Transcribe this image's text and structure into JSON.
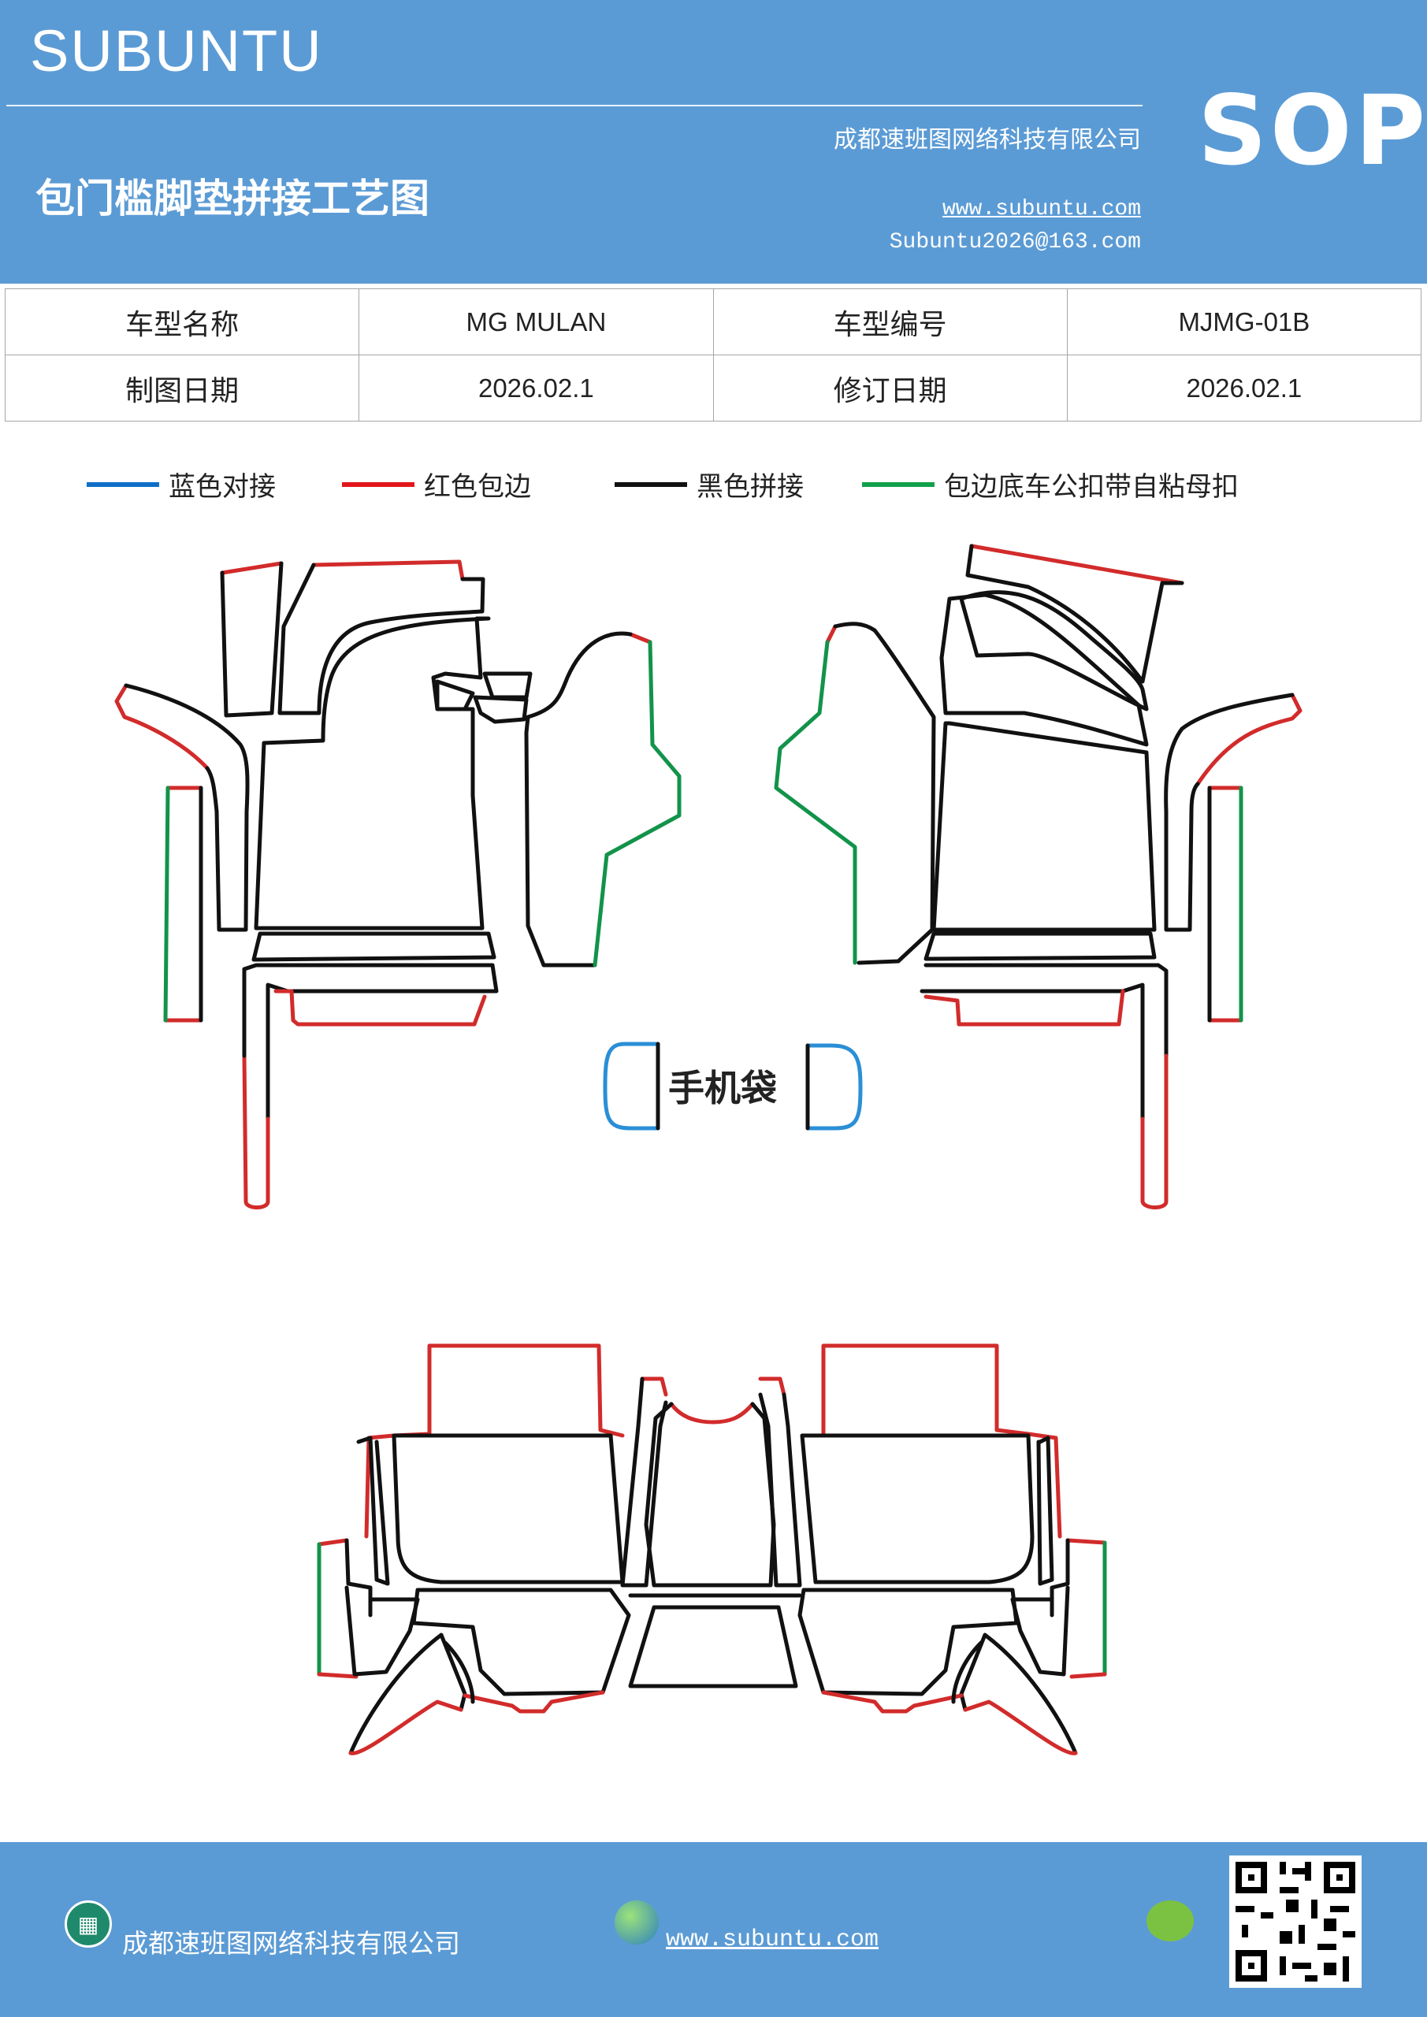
{
  "header": {
    "brand": "SUBUNTU",
    "badge": "SOP",
    "company": "成都速班图网络科技有限公司",
    "title": "包门槛脚垫拼接工艺图",
    "website": "www.subuntu.com",
    "email": "Subuntu2026@163.com"
  },
  "info": {
    "model_name_label": "车型名称",
    "model_name": "MG  MULAN",
    "model_code_label": "车型编号",
    "model_code": "MJMG-01B",
    "draw_date_label": "制图日期",
    "draw_date": "2026.02.1",
    "revise_date_label": "修订日期",
    "revise_date": "2026.02.1"
  },
  "legend": [
    {
      "label": "蓝色对接",
      "color": "#0f6fc6"
    },
    {
      "label": "红色包边",
      "color": "#e3171b"
    },
    {
      "label": "黑色拼接",
      "color": "#111111"
    },
    {
      "label": "包边底车公扣带自粘母扣",
      "color": "#12a04b"
    }
  ],
  "diagram": {
    "pouch_label": "手机袋",
    "colors": {
      "black": "#111111",
      "red": "#d22b2b",
      "green": "#12934a",
      "blue": "#2a8fd6"
    }
  },
  "footer": {
    "company": "成都速班图网络科技有限公司",
    "website": "www.subuntu.com"
  }
}
